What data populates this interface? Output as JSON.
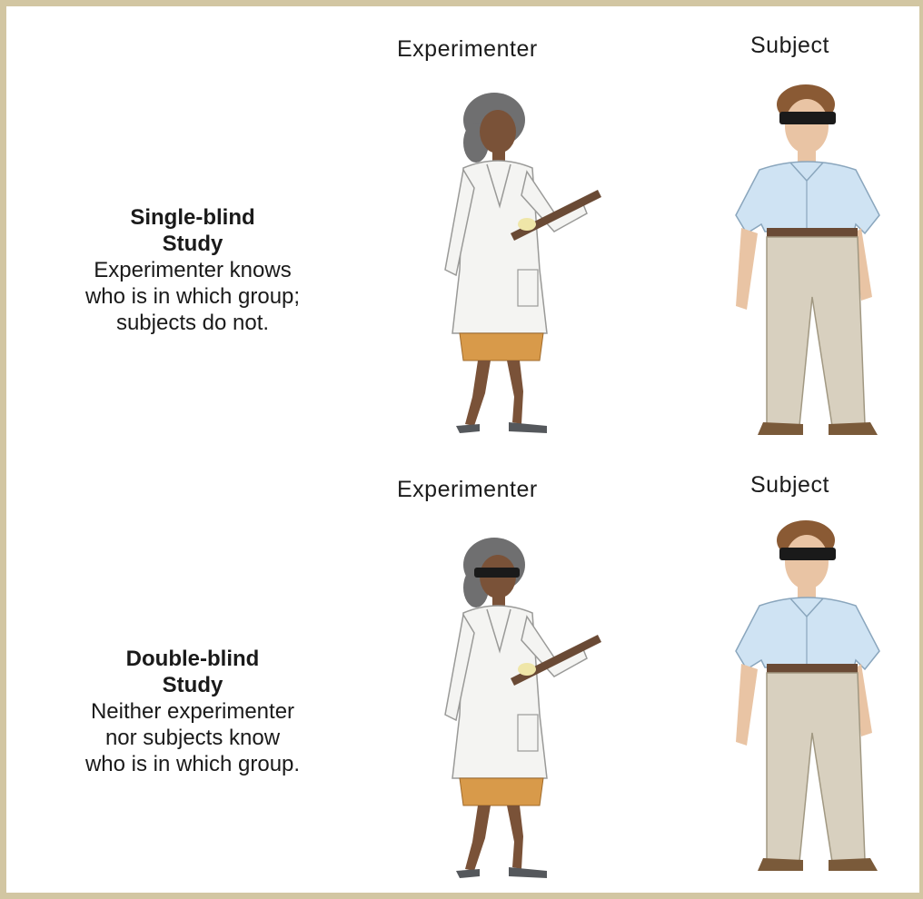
{
  "rows": [
    {
      "experimenter_label": "Experimenter",
      "subject_label": "Subject",
      "title_line1": "Single-blind",
      "title_line2": "Study",
      "desc_line1": "Experimenter knows",
      "desc_line2": "who is in which group;",
      "desc_line3": "subjects do not.",
      "experimenter_blindfolded": false,
      "subject_blindfolded": true
    },
    {
      "experimenter_label": "Experimenter",
      "subject_label": "Subject",
      "title_line1": "Double-blind",
      "title_line2": "Study",
      "desc_line1": "Neither experimenter",
      "desc_line2": "nor subjects know",
      "desc_line3": "who is in which group.",
      "experimenter_blindfolded": true,
      "subject_blindfolded": true
    }
  ],
  "colors": {
    "border": "#d2c6a2",
    "coat": "#f4f4f2",
    "skirt": "#d89a4a",
    "shirt": "#cfe3f3",
    "pants": "#d8d0bf",
    "skin_dark": "#7a5238",
    "skin_light": "#e9c4a4",
    "hair_grey": "#6f6f70",
    "hair_brown": "#8a5a34",
    "blindfold": "#1a1a1a"
  }
}
